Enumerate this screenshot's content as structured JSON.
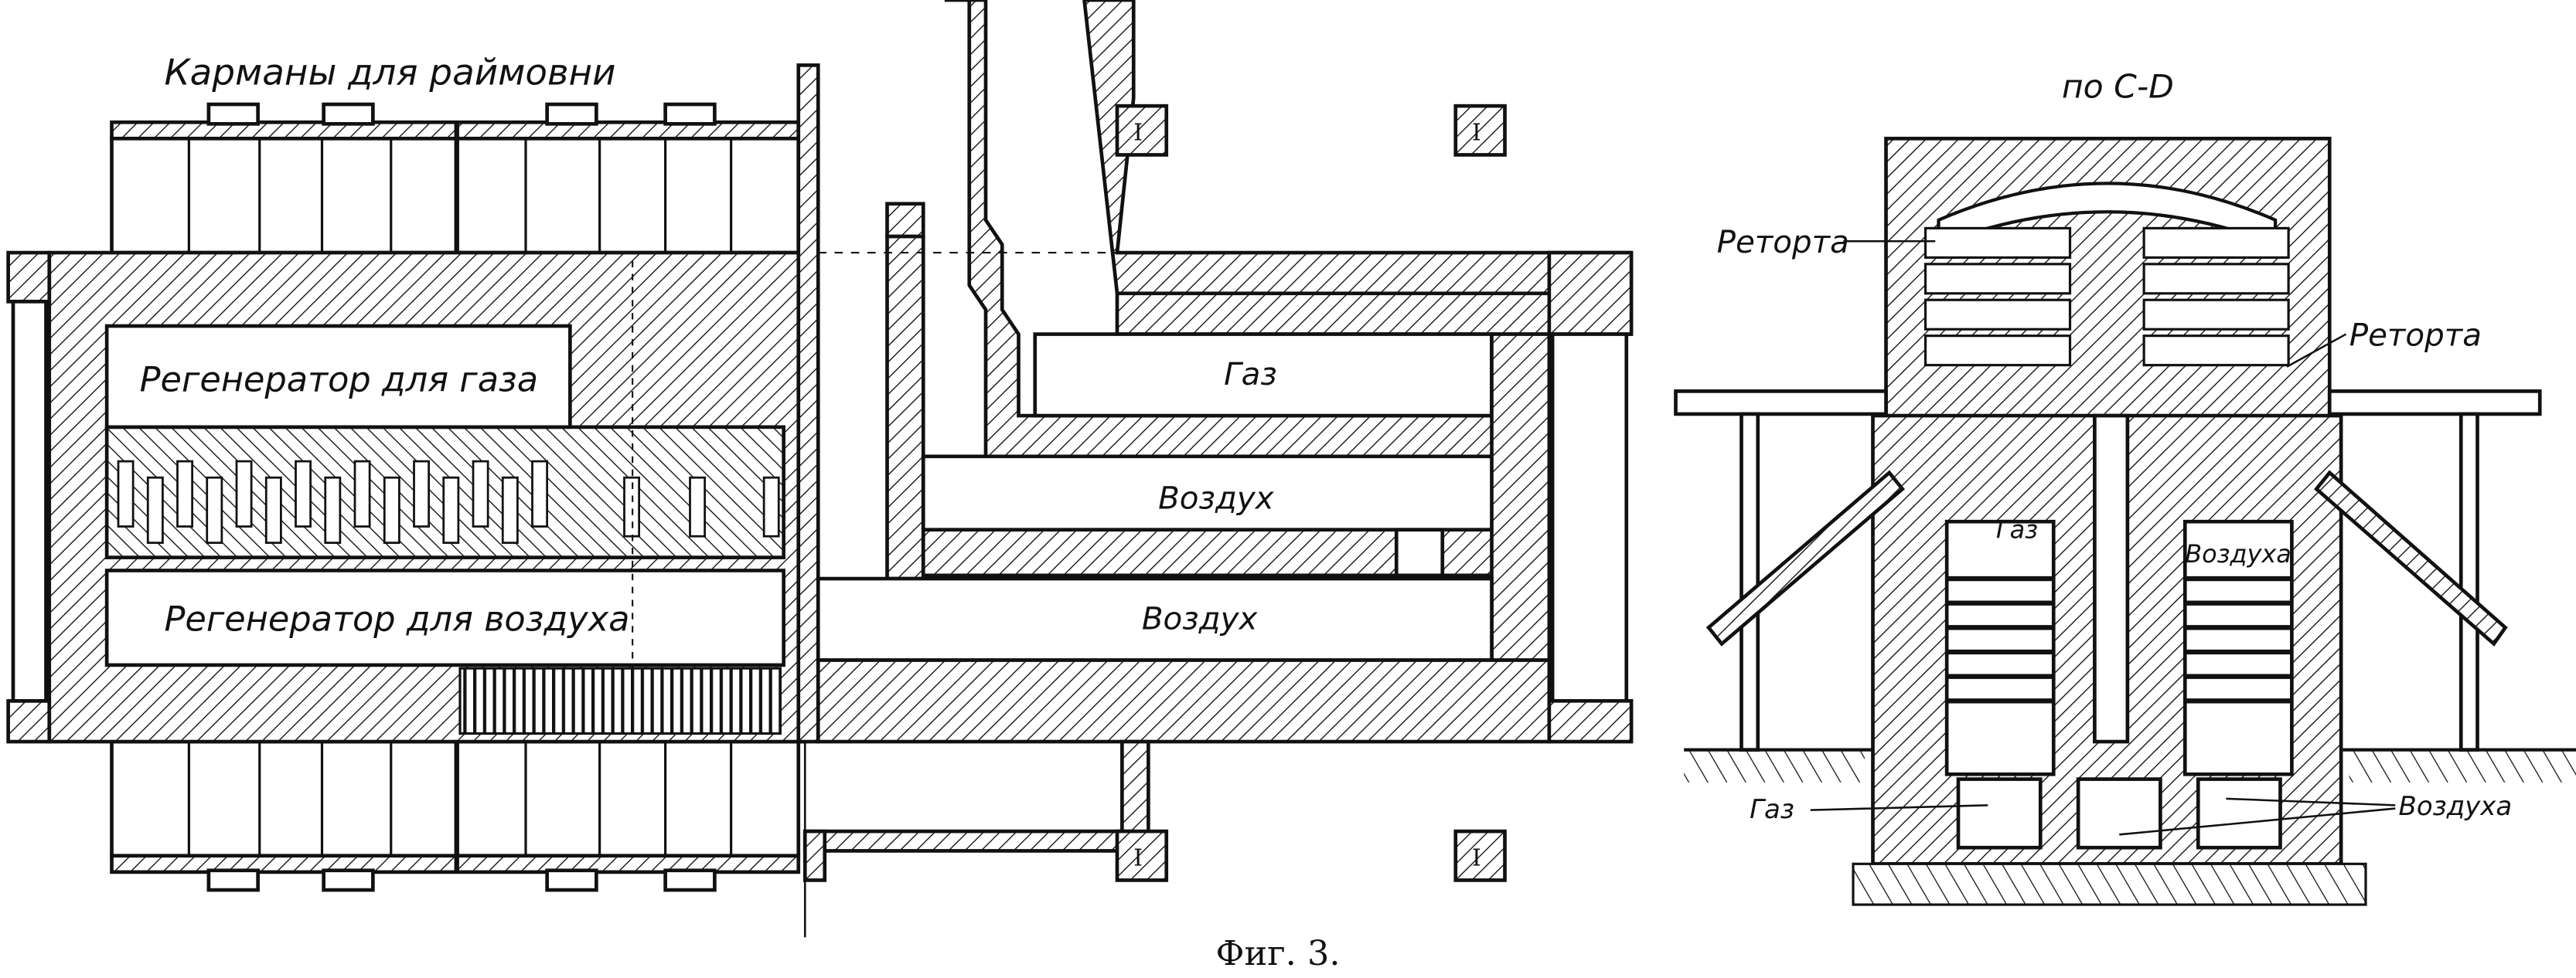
{
  "figure": {
    "caption": "Фиг. 3.",
    "plan_view": {
      "top_label": "Карманы для раймовни",
      "regenerator_gas_label": "Регенератор для газа",
      "regenerator_air_label": "Регенератор для воздуха",
      "channel_labels": [
        "Газ",
        "Воздух",
        "Воздух"
      ],
      "beam_symbol": "I"
    },
    "section_view": {
      "title": "по C-D",
      "retort_label_left": "Реторта",
      "retort_label_right": "Реторта",
      "gas_regenerator_label": "Газ",
      "air_regenerator_label": "Воздуха",
      "gas_inlet_label": "Газ",
      "air_inlet_label": "Воздуха"
    }
  }
}
